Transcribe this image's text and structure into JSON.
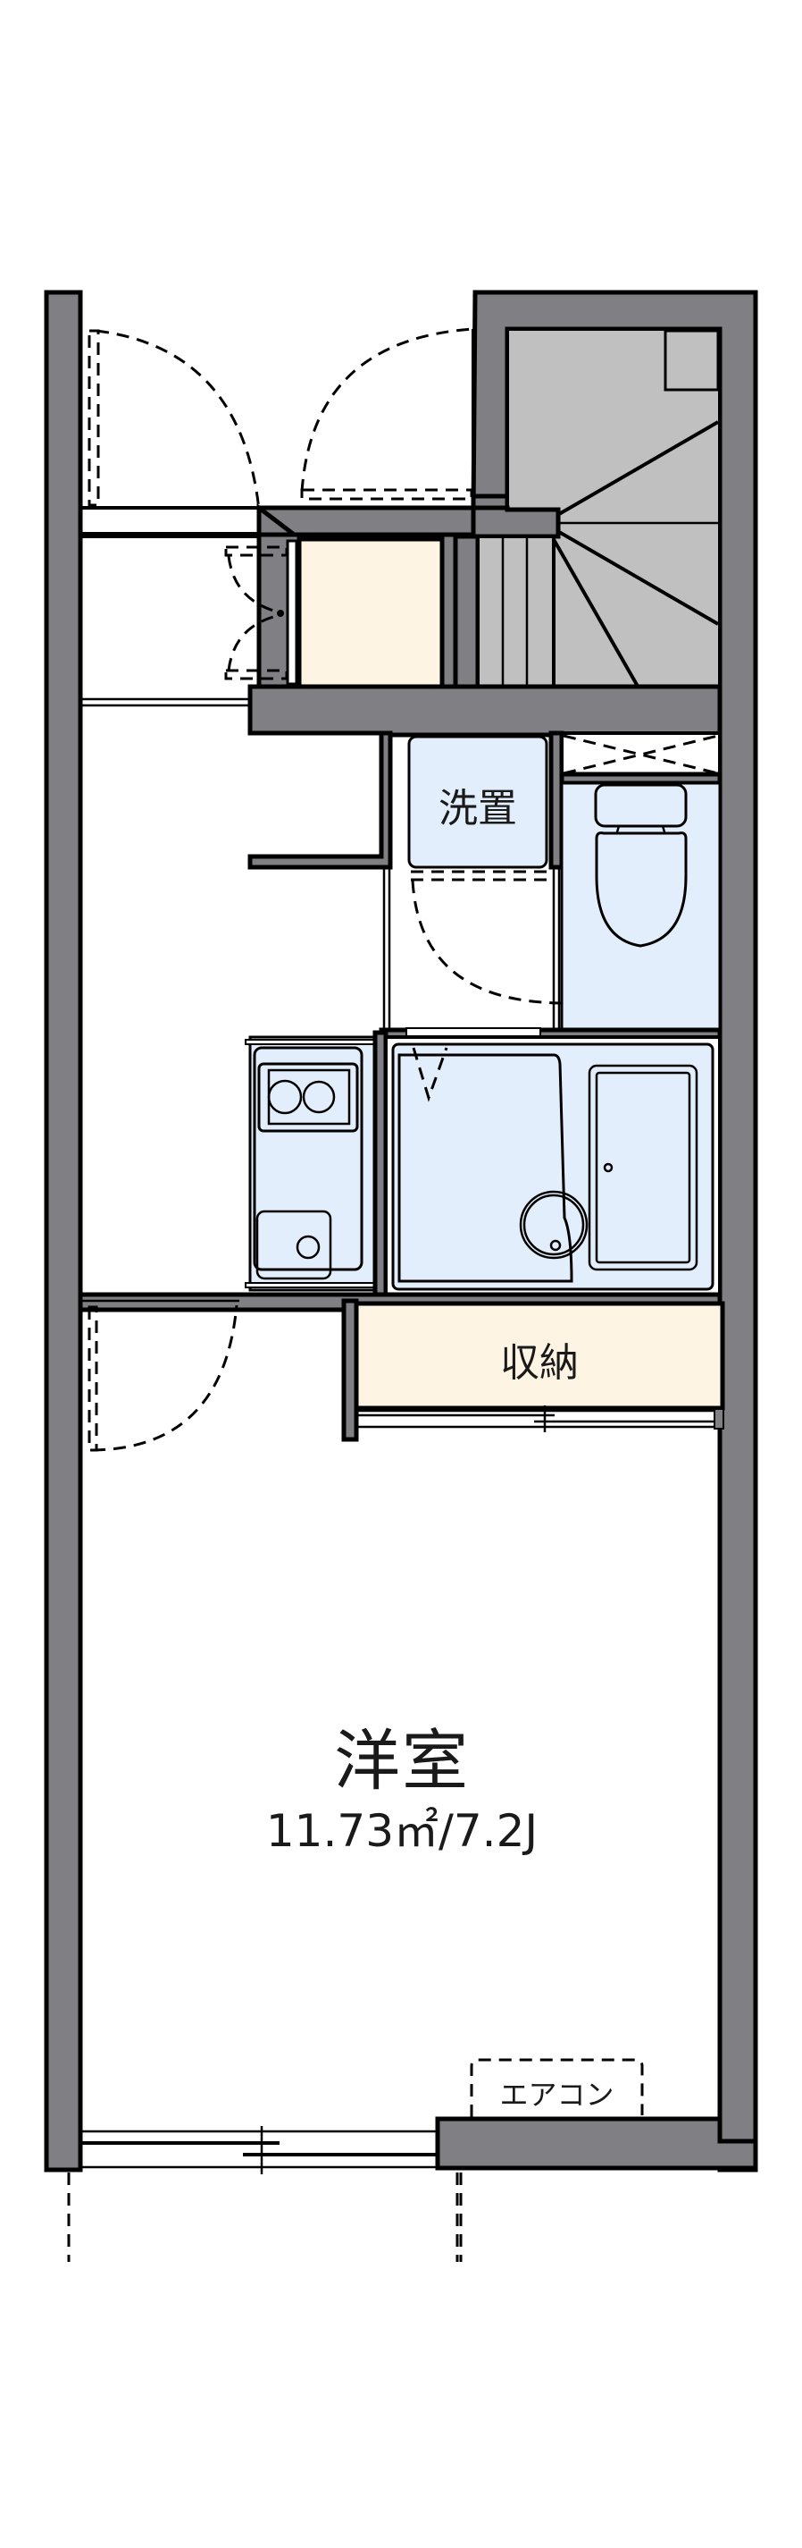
{
  "plan": {
    "colors": {
      "wall": "#807f84",
      "stair": "#c0c0c0",
      "storage": "#fef4e3",
      "wet_area": "#e3eefc",
      "line": "#000000",
      "background": "#ffffff"
    },
    "rooms": {
      "western_room": {
        "name": "洋室",
        "area": "11.73㎡/7.2J"
      },
      "storage": {
        "name": "収納"
      },
      "washer": {
        "name": "洗置"
      },
      "air_conditioner": {
        "name": "エアコン"
      }
    },
    "icons": [
      "entrance-door-swing-icon",
      "shoe-closet-double-door-icon",
      "staircase-icon",
      "washer-space-icon",
      "toilet-icon",
      "kitchen-stove-icon",
      "kitchen-sink-icon",
      "bathtub-icon",
      "wash-basin-icon",
      "sliding-door-icon",
      "balcony-window-icon"
    ]
  }
}
